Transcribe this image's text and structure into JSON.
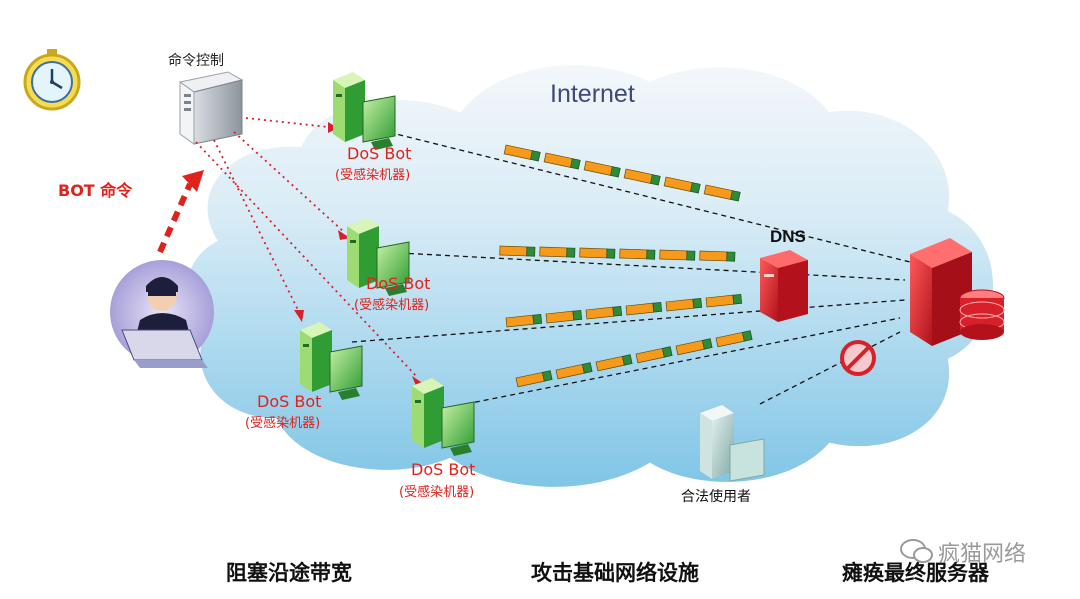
{
  "labels": {
    "command_control": "命令控制",
    "bot_command": "BOT 命令",
    "internet": "Internet",
    "dns": "DNS",
    "legit_user": "合法使用者"
  },
  "bots": [
    {
      "title": "DoS Bot",
      "subtitle": "(受感染机器)"
    },
    {
      "title": "DoS Bot",
      "subtitle": "(受感染机器)"
    },
    {
      "title": "DoS Bot",
      "subtitle": "(受感染机器)"
    },
    {
      "title": "DoS Bot",
      "subtitle": "(受感染机器)"
    }
  ],
  "captions": [
    "阻塞沿途带宽",
    "攻击基础网络设施",
    "瘫痪最终服务器"
  ],
  "watermark": "疯猫网络",
  "colors": {
    "attack_red": "#e0221c",
    "cloud_blue": "#8fcde8",
    "bot_green": "#3aa935",
    "packet_orange": "#f59a1b",
    "server_red": "#d8202a"
  },
  "icons": {
    "clock": "clock-icon",
    "cc_server": "server-tower-icon",
    "hacker": "hacker-icon",
    "target_server": "database-server-icon",
    "blocked": "no-entry-icon"
  }
}
